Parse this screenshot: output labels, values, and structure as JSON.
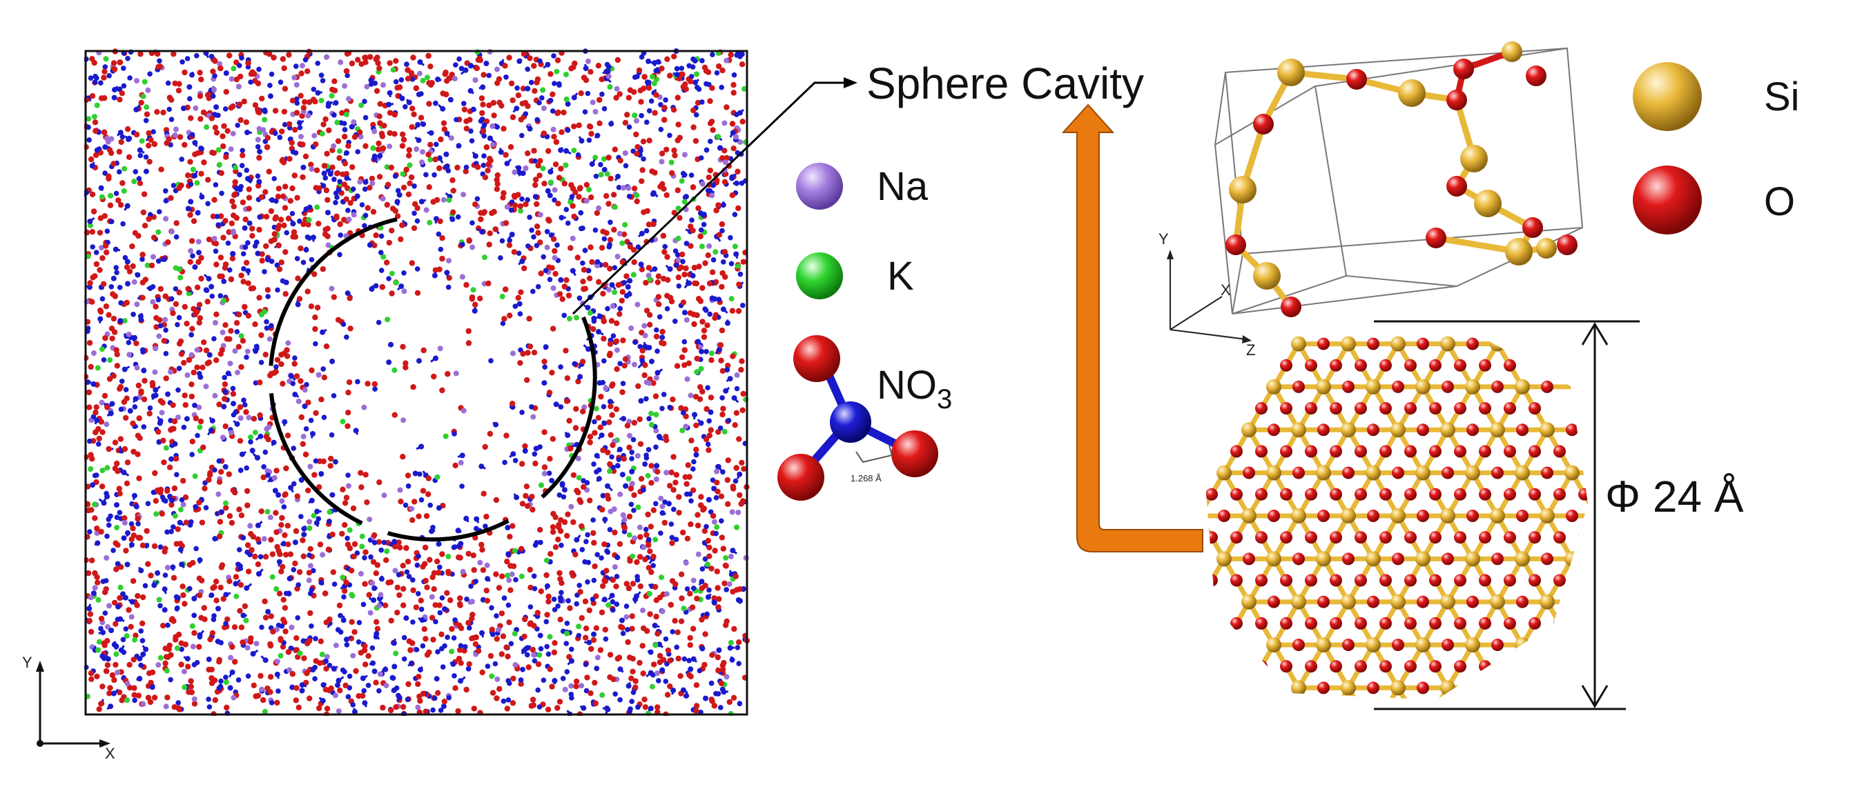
{
  "simulation_box": {
    "axis_y": "Y",
    "axis_x": "X",
    "cavity_pointer_label": "Sphere Cavity"
  },
  "legend_left": {
    "na": "Na",
    "k": "K",
    "no3_main": "NO",
    "no3_sub": "3",
    "bond_length": "1.268 Å"
  },
  "unit_cell": {
    "axis_y": "Y",
    "axis_x": "X",
    "axis_z": "Z"
  },
  "legend_right": {
    "si": "Si",
    "o": "O"
  },
  "cluster": {
    "diameter_label": "Φ 24 Å"
  },
  "colors": {
    "na": "#9b6fd6",
    "k": "#2fcf2f",
    "nitrogen": "#1a1acc",
    "oxygen": "#d01818",
    "silicon": "#e8b838",
    "arrow": "#e87a10",
    "cavity_outline": "#000000"
  }
}
